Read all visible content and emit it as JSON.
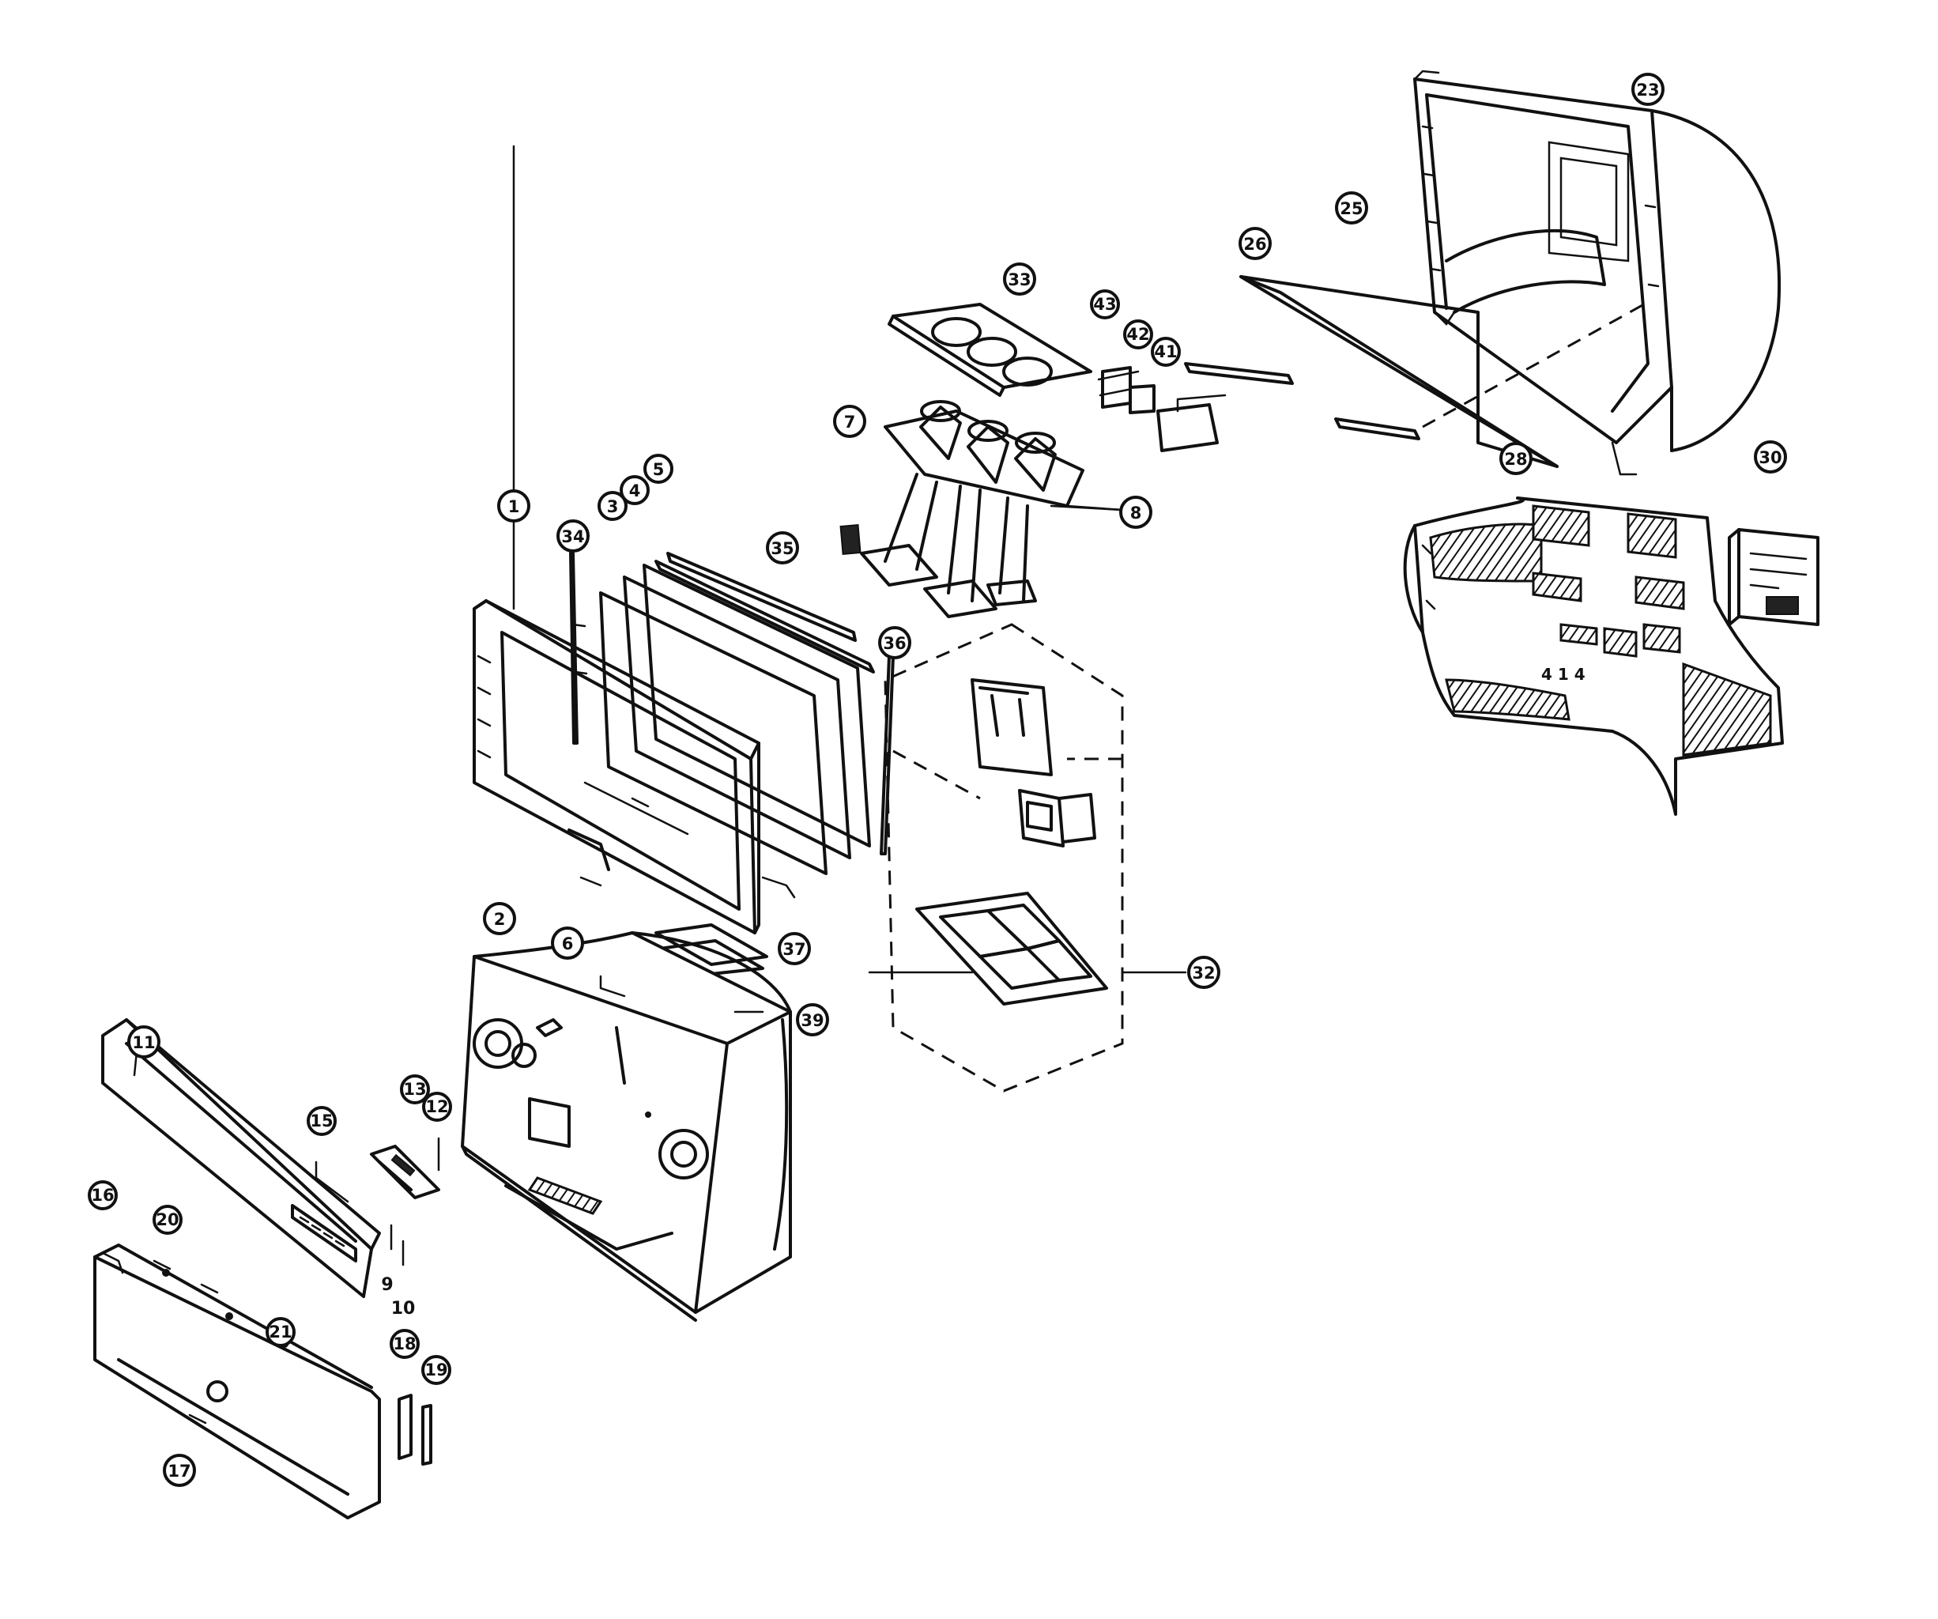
{
  "diagram": {
    "callouts": [
      {
        "id": "c1",
        "label": "1"
      },
      {
        "id": "c2",
        "label": "2"
      },
      {
        "id": "c3",
        "label": "3"
      },
      {
        "id": "c4",
        "label": "4"
      },
      {
        "id": "c5",
        "label": "5"
      },
      {
        "id": "c6",
        "label": "6"
      },
      {
        "id": "c7",
        "label": "7"
      },
      {
        "id": "c8",
        "label": "8"
      },
      {
        "id": "c11",
        "label": "11"
      },
      {
        "id": "c12",
        "label": "12"
      },
      {
        "id": "c13",
        "label": "13"
      },
      {
        "id": "c15",
        "label": "15"
      },
      {
        "id": "c16",
        "label": "16"
      },
      {
        "id": "c17",
        "label": "17"
      },
      {
        "id": "c18",
        "label": "18"
      },
      {
        "id": "c19",
        "label": "19"
      },
      {
        "id": "c20",
        "label": "20"
      },
      {
        "id": "c21",
        "label": "21"
      },
      {
        "id": "c23",
        "label": "23"
      },
      {
        "id": "c25",
        "label": "25"
      },
      {
        "id": "c26",
        "label": "26"
      },
      {
        "id": "c28",
        "label": "28"
      },
      {
        "id": "c30",
        "label": "30"
      },
      {
        "id": "c32",
        "label": "32"
      },
      {
        "id": "c33",
        "label": "33"
      },
      {
        "id": "c34",
        "label": "34"
      },
      {
        "id": "c35",
        "label": "35"
      },
      {
        "id": "c36",
        "label": "36"
      },
      {
        "id": "c37",
        "label": "37"
      },
      {
        "id": "c39",
        "label": "39"
      },
      {
        "id": "c41",
        "label": "41"
      },
      {
        "id": "c42",
        "label": "42"
      },
      {
        "id": "c43",
        "label": "43"
      }
    ],
    "plain_labels": [
      {
        "id": "p9",
        "label": "9"
      },
      {
        "id": "p10",
        "label": "10"
      }
    ]
  }
}
